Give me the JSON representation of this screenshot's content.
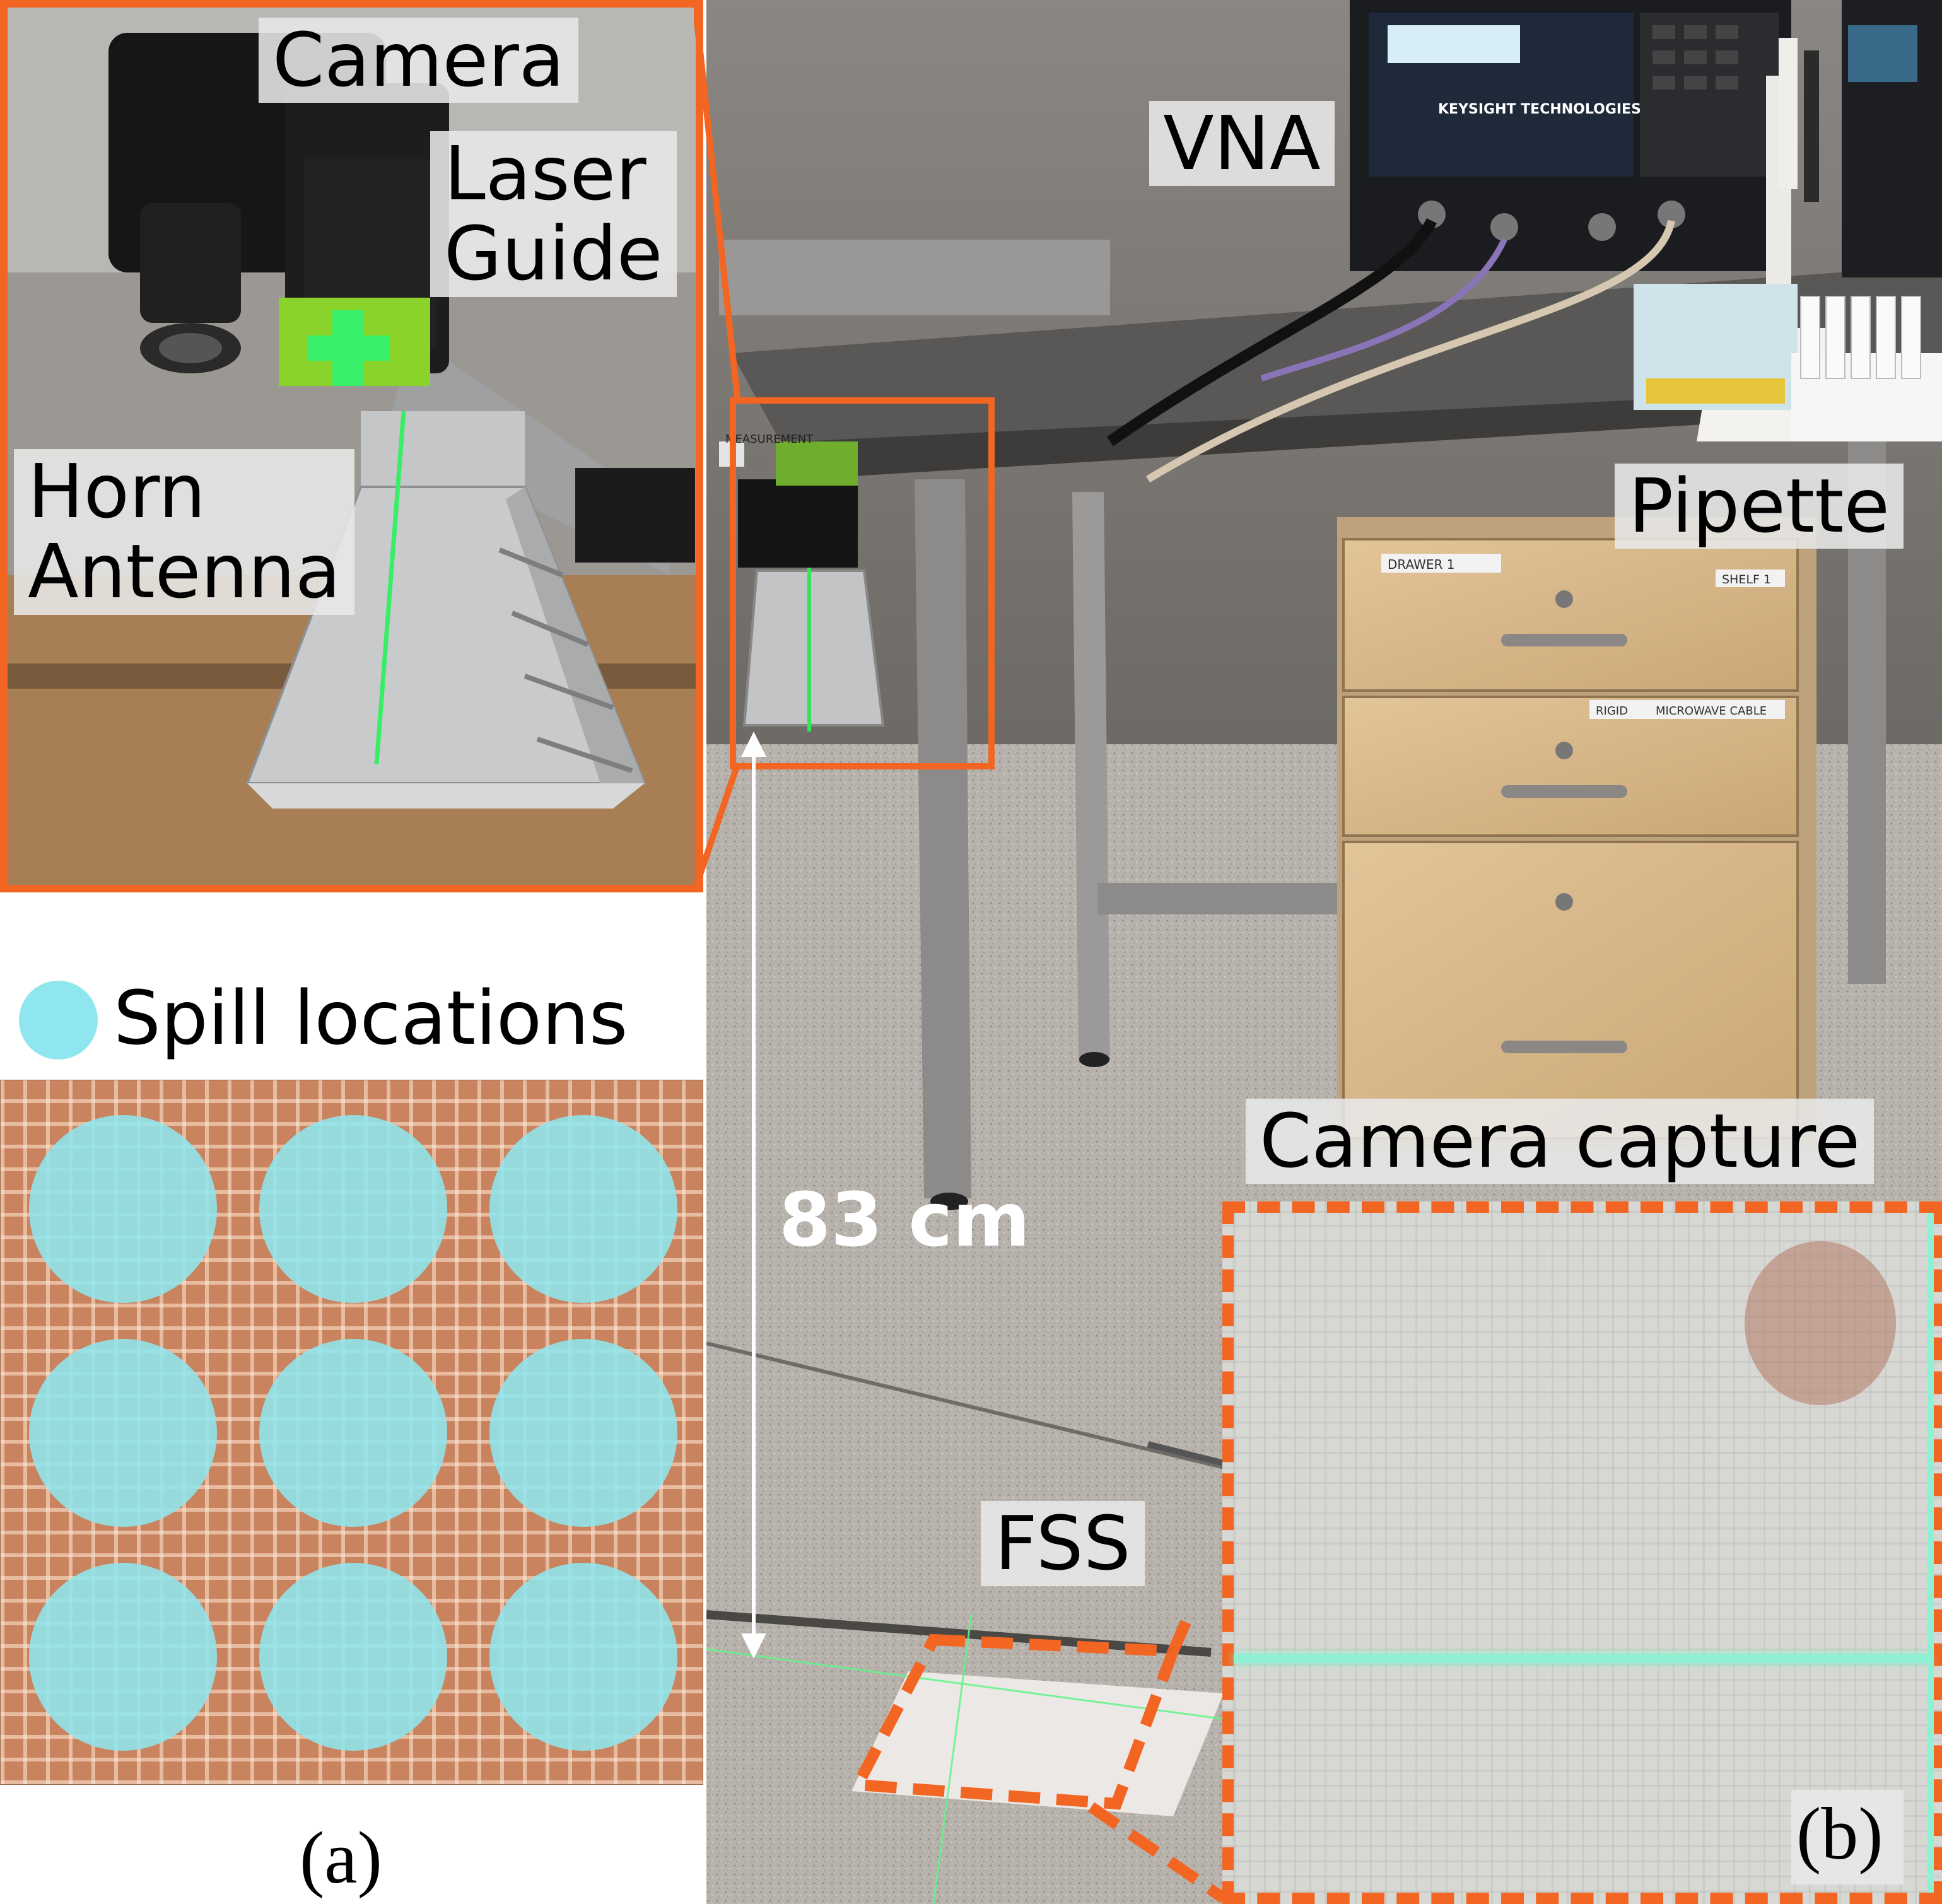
{
  "panel_a": {
    "inset_labels": {
      "camera": "Camera",
      "laser_guide": "Laser\nGuide",
      "horn_antenna": "Horn\nAntenna"
    },
    "legend_label": "Spill locations",
    "caption": "(a)"
  },
  "panel_b": {
    "labels": {
      "vna": "VNA",
      "pipette": "Pipette",
      "fss": "FSS",
      "camera_capture": "Camera capture",
      "distance": "83 cm"
    },
    "equipment_text": {
      "keysight": "KEYSIGHT\nTECHNOLOGIES",
      "measurement_tag": "MEASUREMENT",
      "drawer1": "DRAWER 1",
      "shelf1": "SHELF 1",
      "rigid": "RIGID",
      "microwave_cable": "MICROWAVE CABLE"
    },
    "caption": "(b)"
  },
  "colors": {
    "highlight_orange": "#F26522",
    "spill_cyan": "#8FE6EE",
    "fss_copper": "#C9835F"
  }
}
